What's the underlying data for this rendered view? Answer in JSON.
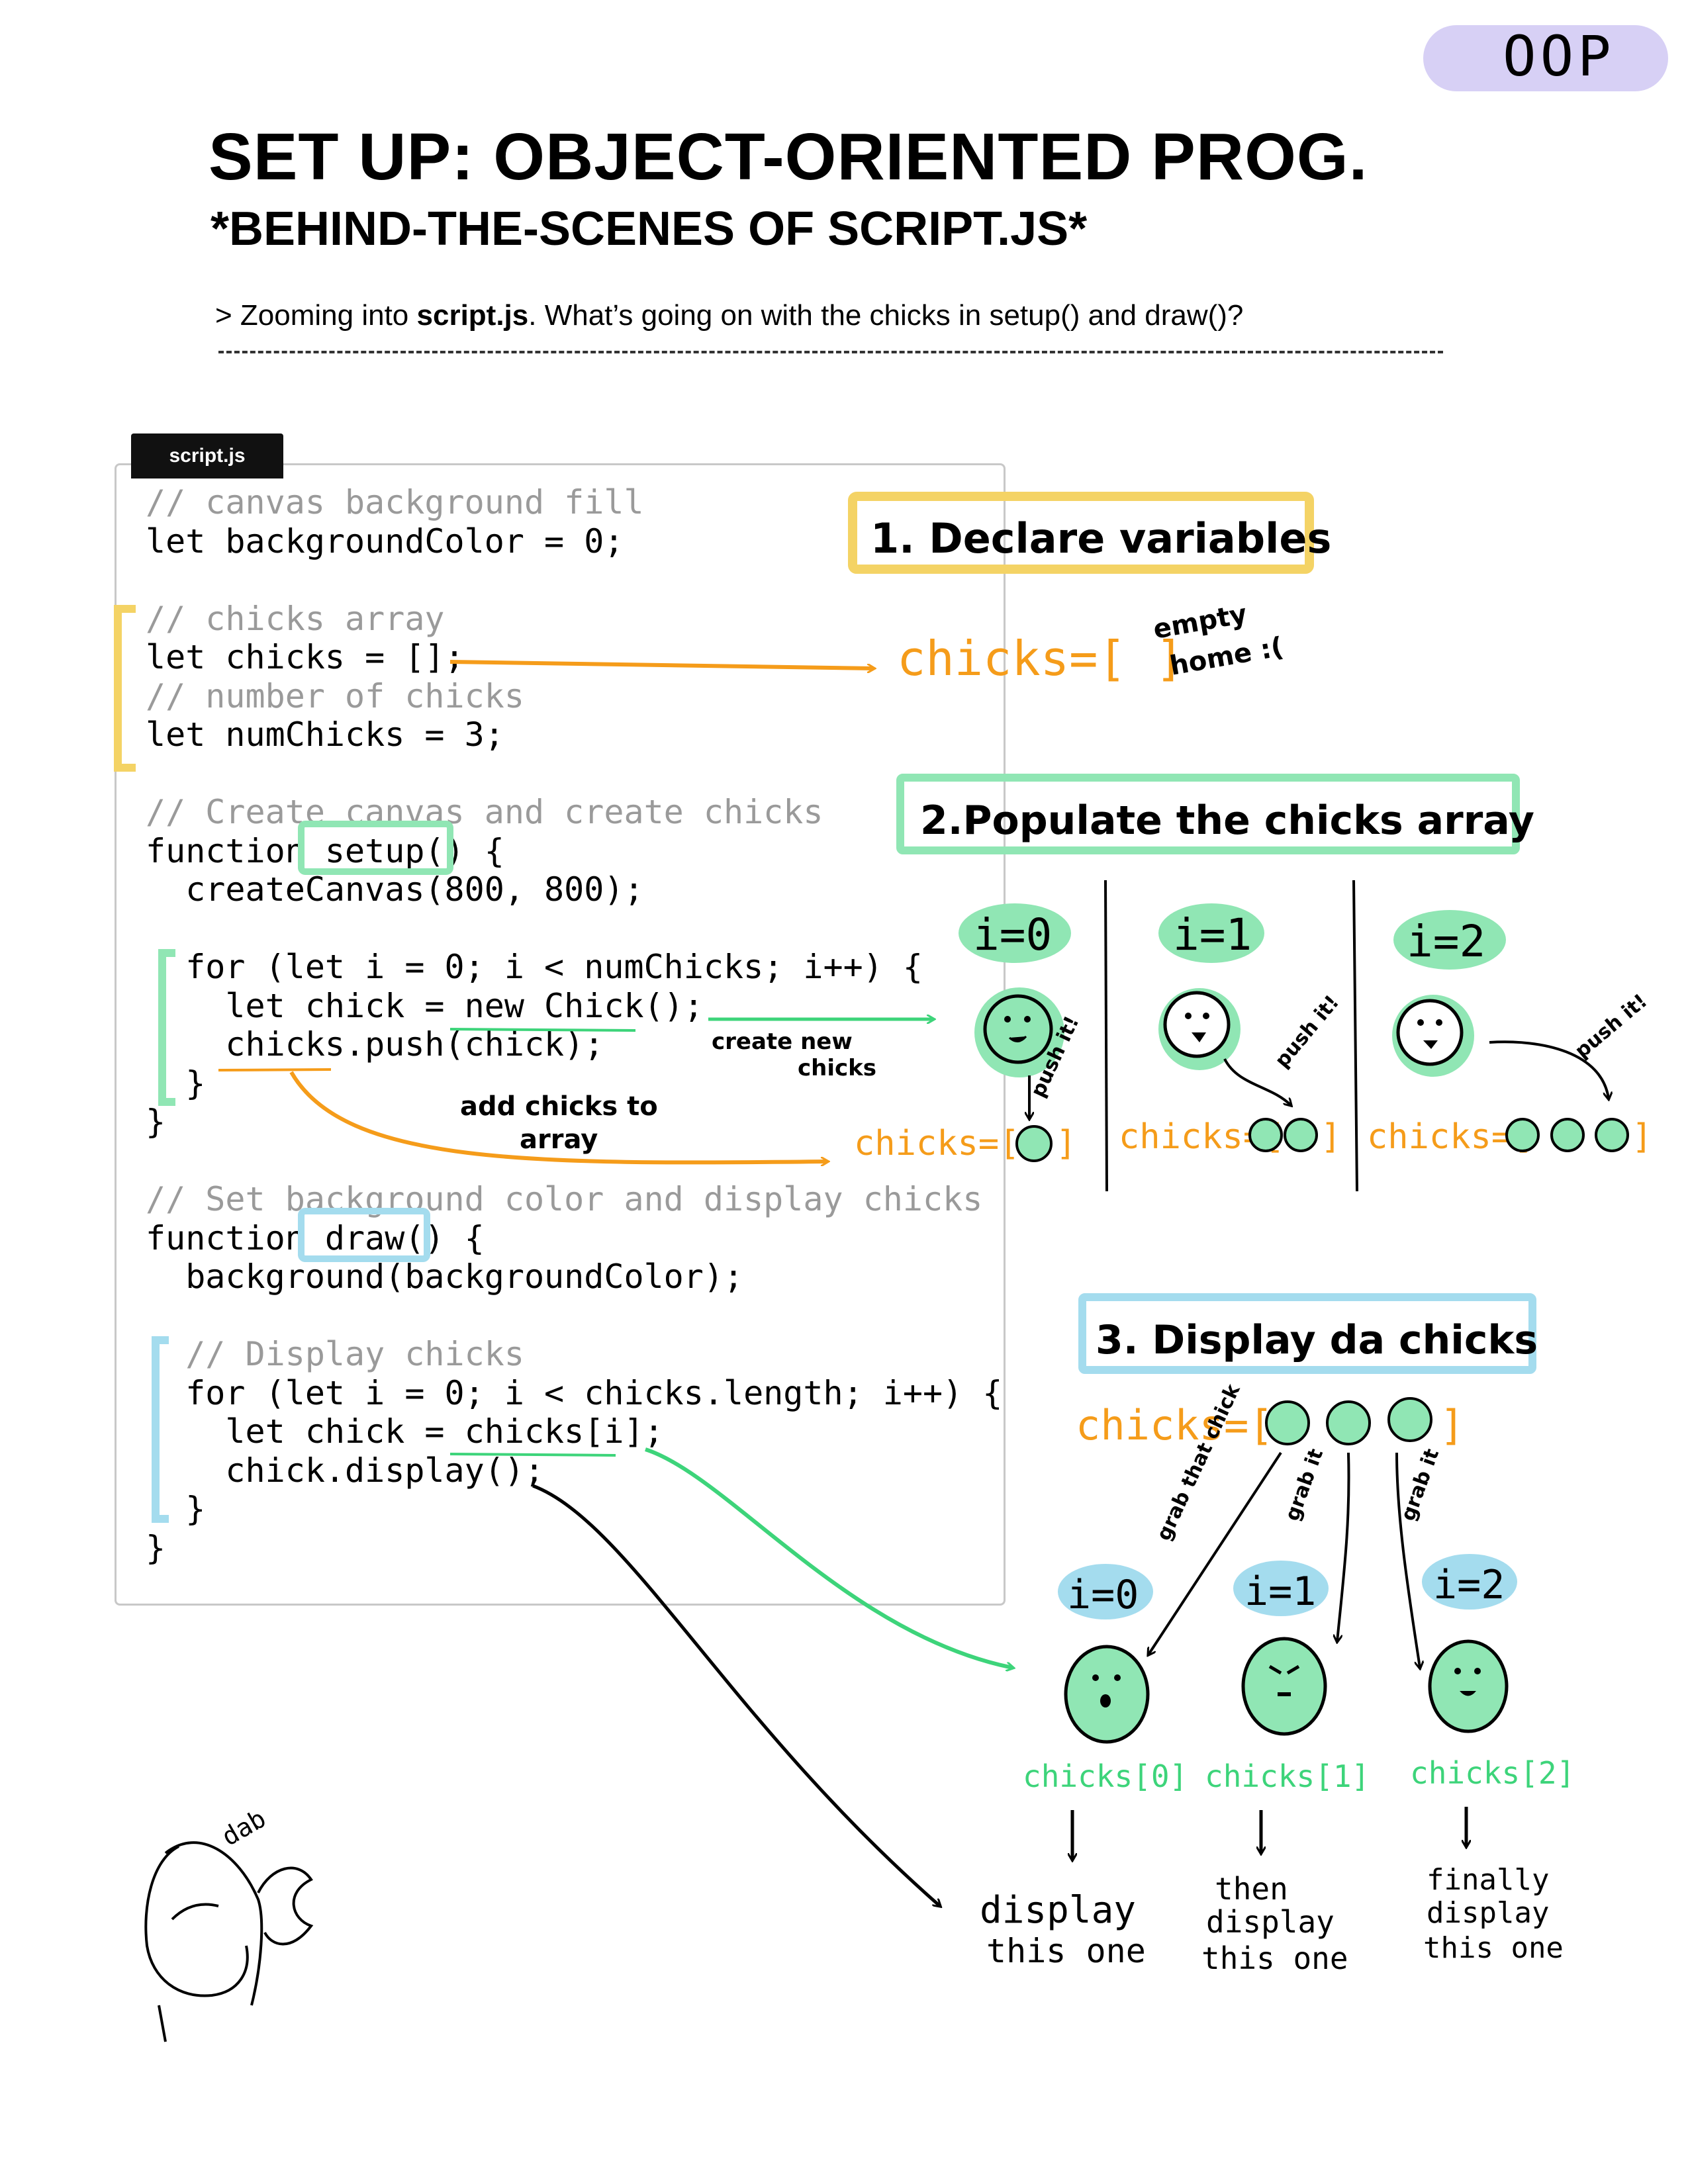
{
  "badge": "OOP",
  "title": "SET UP: OBJECT-ORIENTED PROG.",
  "subtitle": "*BEHIND-THE-SCENES OF SCRIPT.JS*",
  "intro": {
    "prefix": "> Zooming into ",
    "file": "script.js",
    "suffix": ". What’s going on with the chicks in setup() and draw()?"
  },
  "file_tab": "script.js",
  "code": [
    {
      "text": "// canvas background fill",
      "comment": true
    },
    {
      "text": "let backgroundColor = 0;",
      "comment": false
    },
    {
      "text": "",
      "comment": false
    },
    {
      "text": "// chicks array",
      "comment": true
    },
    {
      "text": "let chicks = [];",
      "comment": false
    },
    {
      "text": "// number of chicks",
      "comment": true
    },
    {
      "text": "let numChicks = 3;",
      "comment": false
    },
    {
      "text": "",
      "comment": false
    },
    {
      "text": "// Create canvas and create chicks",
      "comment": true
    },
    {
      "text": "function setup() {",
      "comment": false
    },
    {
      "text": "  createCanvas(800, 800);",
      "comment": false
    },
    {
      "text": "",
      "comment": false
    },
    {
      "text": "  for (let i = 0; i < numChicks; i++) {",
      "comment": false
    },
    {
      "text": "    let chick = new Chick();",
      "comment": false
    },
    {
      "text": "    chicks.push(chick);",
      "comment": false
    },
    {
      "text": "  }",
      "comment": false
    },
    {
      "text": "}",
      "comment": false
    },
    {
      "text": "",
      "comment": false
    },
    {
      "text": "// Set background color and display chicks",
      "comment": true
    },
    {
      "text": "function draw() {",
      "comment": false
    },
    {
      "text": "  background(backgroundColor);",
      "comment": false
    },
    {
      "text": "",
      "comment": false
    },
    {
      "text": "  // Display chicks",
      "comment": true
    },
    {
      "text": "  for (let i = 0; i < chicks.length; i++) {",
      "comment": false
    },
    {
      "text": "    let chick = chicks[i];",
      "comment": false
    },
    {
      "text": "    chick.display();",
      "comment": false
    },
    {
      "text": "  }",
      "comment": false
    },
    {
      "text": "}",
      "comment": false
    }
  ],
  "step1": {
    "heading": "1. Declare variables",
    "chicks_label": "chicks=[ ]",
    "note_line1": "empty",
    "note_line2": "home :("
  },
  "step2": {
    "heading": "2.Populate the chicks array",
    "iterations": [
      "i=0",
      "i=1",
      "i=2"
    ],
    "push_note": "push it!",
    "array_labels": [
      "chicks=[",
      "chicks=[",
      "chicks=["
    ],
    "create_note_line1": "create new",
    "create_note_line2": "chicks",
    "add_note_line1": "add chicks to",
    "add_note_line2": "array"
  },
  "step3": {
    "heading": "3. Display da chicks",
    "chicks_label": "chicks=[",
    "grab_notes": [
      "grab that chick",
      "grab it",
      "grab it"
    ],
    "iterations": [
      "i=0",
      "i=1",
      "i=2"
    ],
    "element_labels": [
      "chicks[0]",
      "chicks[1]",
      "chicks[2]"
    ],
    "display_notes": [
      {
        "line1": "display",
        "line2": "this one"
      },
      {
        "line1": "then",
        "line2": "display",
        "line3": "this one"
      },
      {
        "line1": "finally",
        "line2": "display",
        "line3": "this one"
      }
    ]
  },
  "doodle_note": "dab",
  "colors": {
    "yellow": "#f4d365",
    "green": "#90e6b4",
    "green_line": "#3dd47a",
    "blue": "#a4dcee",
    "orange": "#f59c1a",
    "purple": "#d7d0f5"
  }
}
